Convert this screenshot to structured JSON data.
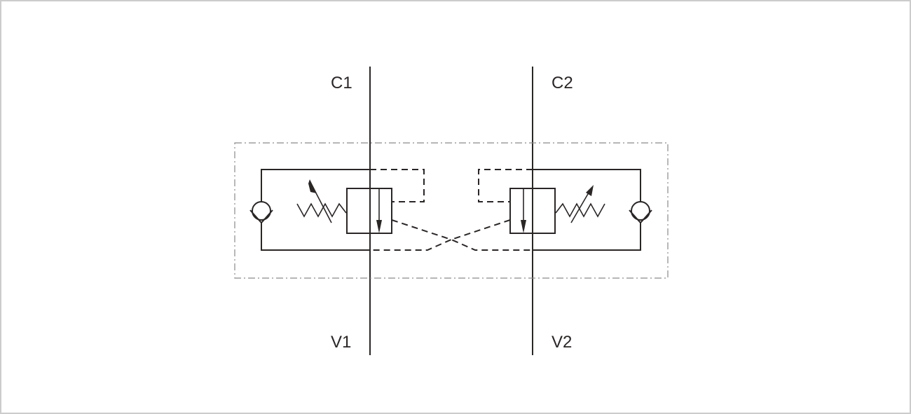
{
  "diagram": {
    "type": "hydraulic-schematic",
    "description": "Dual cross-piloted counterbalance (overcenter) valve",
    "ports": {
      "c1": "C1",
      "c2": "C2",
      "v1": "V1",
      "v2": "V2"
    },
    "components": [
      {
        "id": "check-valve-1",
        "kind": "check valve",
        "side": "left"
      },
      {
        "id": "relief-valve-1",
        "kind": "pilot-assisted adjustable relief valve",
        "side": "left"
      },
      {
        "id": "check-valve-2",
        "kind": "check valve",
        "side": "right"
      },
      {
        "id": "relief-valve-2",
        "kind": "pilot-assisted adjustable relief valve",
        "side": "right"
      }
    ],
    "colors": {
      "line": "#2b2626",
      "boundary": "#8a8a8a",
      "frame": "#cccccc",
      "background": "#ffffff"
    }
  }
}
